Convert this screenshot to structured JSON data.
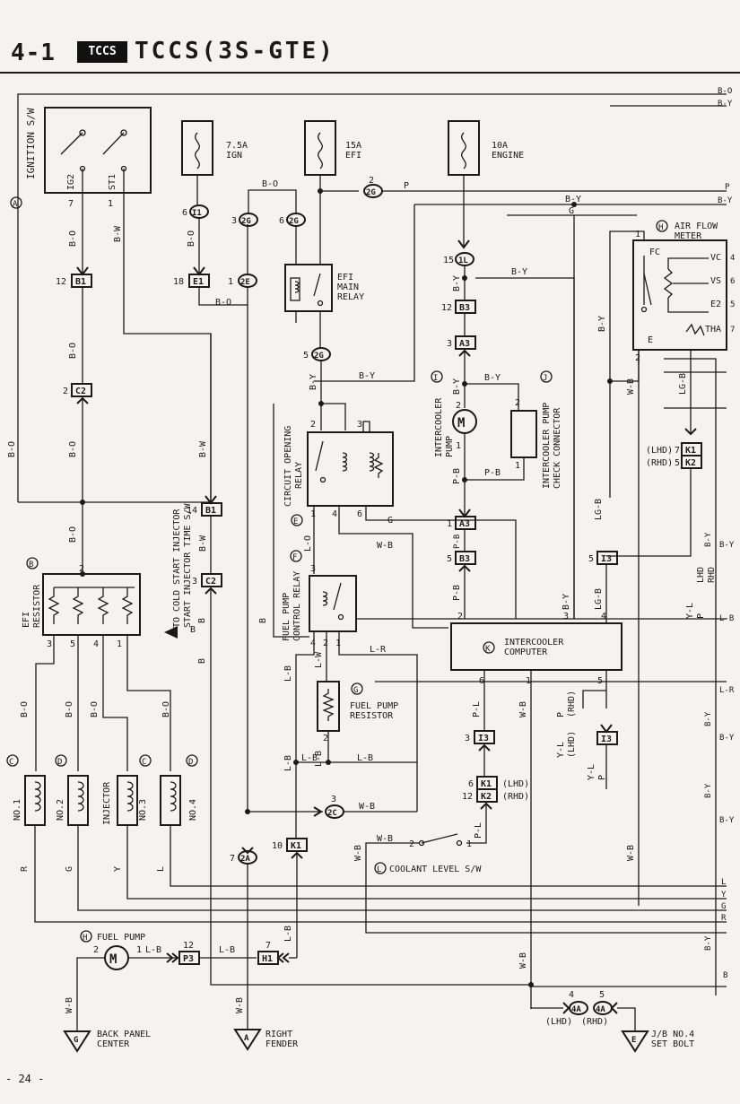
{
  "header": {
    "section": "4-1",
    "badge": "TCCS",
    "title": "TCCS(3S-GTE)"
  },
  "page_number": "- 24 -",
  "components": {
    "ignition_switch": {
      "letter": "A",
      "label": "IGNITION S/W",
      "pin_ig2": "IG2",
      "pin_st1": "ST1",
      "num_ig2": "7",
      "num_st1": "1"
    },
    "fuse_ign": {
      "rating": "7.5A",
      "name": "IGN"
    },
    "fuse_efi": {
      "rating": "15A",
      "name": "EFI"
    },
    "fuse_engine": {
      "rating": "10A",
      "name": "ENGINE"
    },
    "efi_main_relay": {
      "label_1": "EFI",
      "label_2": "MAIN",
      "label_3": "RELAY"
    },
    "air_flow_meter": {
      "letter": "H",
      "label_1": "AIR FLOW",
      "label_2": "METER",
      "pins": [
        "FC",
        "VC",
        "VS",
        "E2",
        "E",
        "THA"
      ],
      "pin_numbers": [
        "4",
        "6",
        "5",
        "7"
      ]
    },
    "intercooler_pump": {
      "letter": "I",
      "label_1": "INTERCOOLER",
      "label_2": "PUMP"
    },
    "intercooler_check": {
      "letter": "J",
      "label_1": "INTERCOOLER PUMP",
      "label_2": "CHECK CONNECTOR"
    },
    "circuit_opening_relay": {
      "letter": "E",
      "label_1": "CIRCUIT OPENING",
      "label_2": "RELAY"
    },
    "efi_resistor": {
      "letter": "B",
      "label_1": "EFI",
      "label_2": "RESISTOR",
      "pins": [
        "2",
        "3",
        "5",
        "4",
        "1"
      ]
    },
    "cold_start": {
      "label_1": "TO COLD START INJECTOR",
      "label_2": "START INJECTOR TIME S/W"
    },
    "fuel_pump_relay": {
      "letter": "F",
      "label_1": "FUEL PUMP",
      "label_2": "CONTROL RELAY"
    },
    "fuel_pump_resistor": {
      "letter": "G",
      "label_1": "FUEL PUMP",
      "label_2": "RESISTOR"
    },
    "intercooler_computer": {
      "letter": "K",
      "label_1": "INTERCOOLER",
      "label_2": "COMPUTER"
    },
    "coolant_level": {
      "letter": "L",
      "label": "COOLANT LEVEL S/W"
    },
    "injectors": [
      {
        "letter": "C",
        "label": "NO.1",
        "wire": "R"
      },
      {
        "letter": "D",
        "label": "NO.2",
        "wire": "G"
      },
      {
        "letter": "C",
        "label": "NO.3",
        "wire": "Y"
      },
      {
        "letter": "D",
        "label": "NO.4",
        "wire": "L"
      }
    ],
    "injector_label": "INJECTOR",
    "fuel_pump": {
      "letter": "H",
      "label": "FUEL PUMP"
    },
    "grounds": [
      {
        "letter": "G",
        "label_1": "BACK PANEL",
        "label_2": "CENTER"
      },
      {
        "letter": "A",
        "label_1": "RIGHT",
        "label_2": "FENDER"
      },
      {
        "letter": "E",
        "label_1": "J/B NO.4",
        "label_2": "SET BOLT"
      }
    ],
    "ground_4a": {
      "lhd": "(LHD)",
      "rhd": "(RHD)",
      "pin_lhd": "4",
      "pin_rhd": "5"
    }
  },
  "connectors": {
    "B1": "B1",
    "C2": "C2",
    "E1": "E1",
    "2E": "2E",
    "I1": "I1",
    "2G": "2G",
    "1L": "1L",
    "B3": "B3",
    "A3": "A3",
    "K1": "K1",
    "K2": "K2",
    "I3": "I3",
    "2C": "2C",
    "2A": "2A",
    "P3": "P3",
    "H1": "H1",
    "4A": "4A"
  },
  "wire_colors": {
    "BO": "B-O",
    "BW": "B-W",
    "B": "B",
    "BY": "B-Y",
    "P": "P",
    "G": "G",
    "LO": "L-O",
    "WB": "W-B",
    "LB": "L-B",
    "LR": "L-R",
    "LW": "L-W",
    "PB": "P-B",
    "PL": "P-L",
    "LGB": "LG-B",
    "YL": "Y-L",
    "L": "L",
    "Y": "Y",
    "R": "R",
    "LHD": "(LHD)",
    "RHD": "(RHD)",
    "LHD_BARE": "LHD",
    "RHD_BARE": "RHD"
  },
  "colors": {
    "ink": "#1a1a1a",
    "paper": "#f4f3ef"
  }
}
